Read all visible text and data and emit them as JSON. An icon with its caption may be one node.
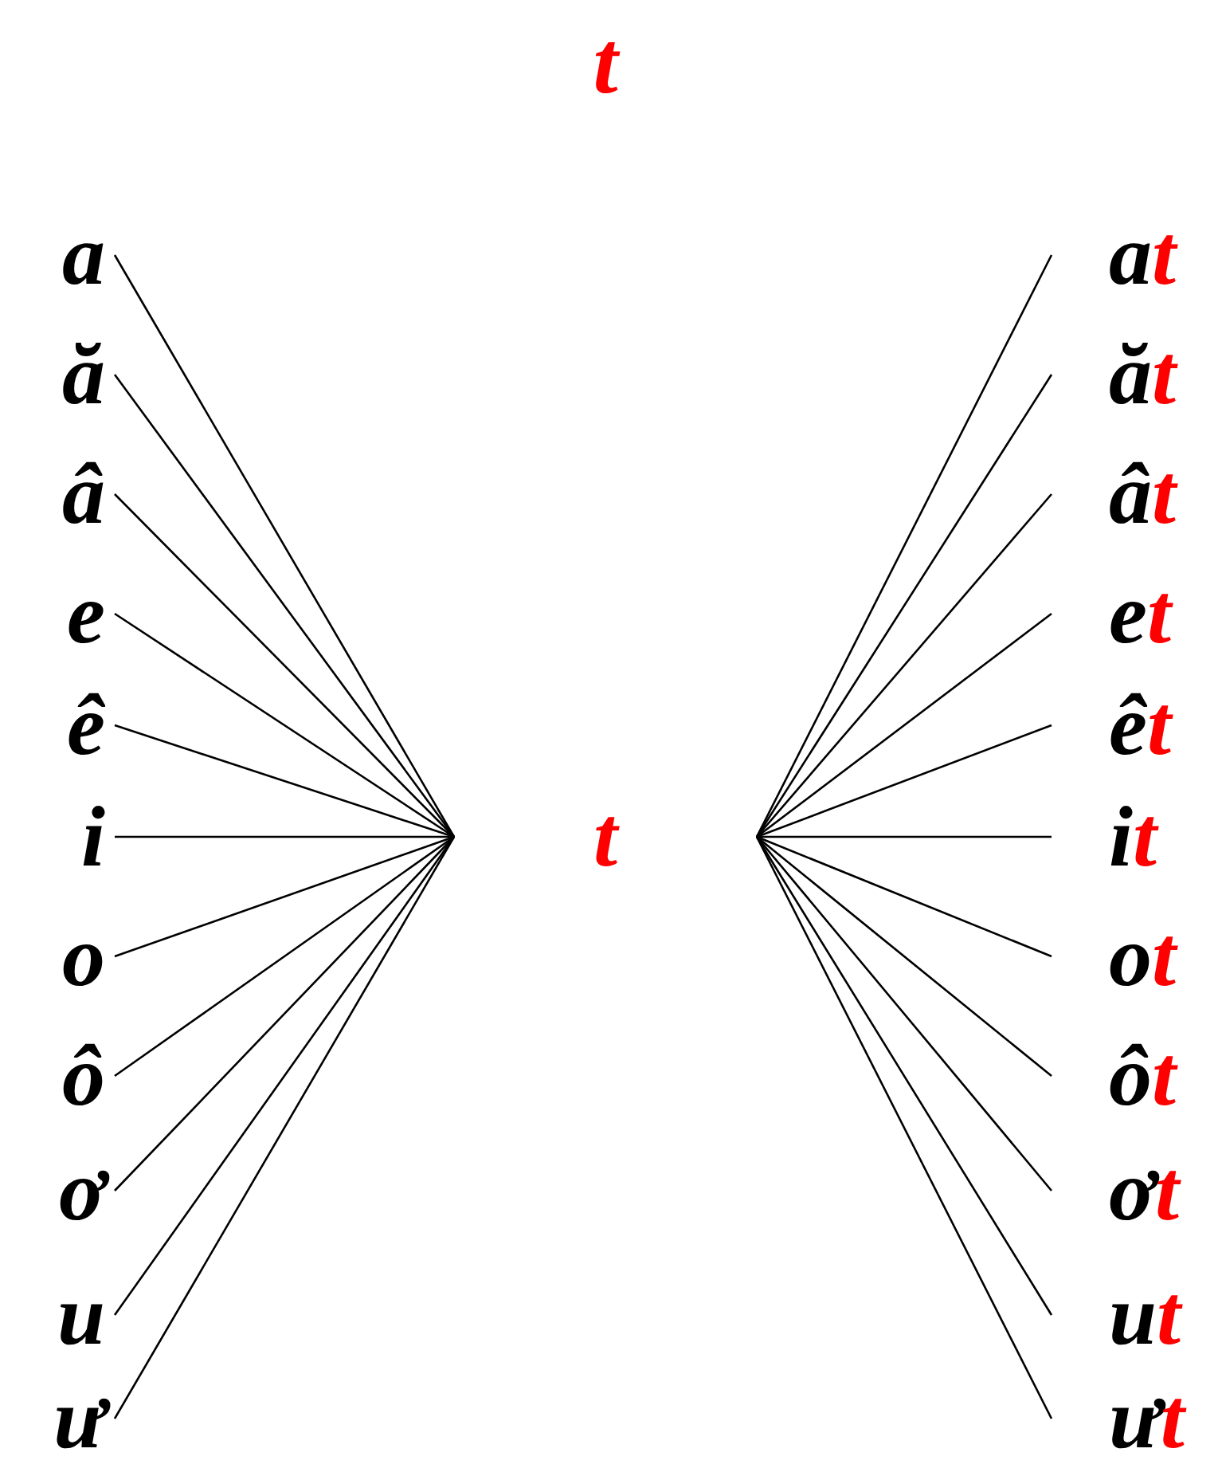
{
  "diagram": {
    "title": "t",
    "nodes": [
      {
        "text": [
          "a"
        ]
      },
      {
        "text": [
          "ă"
        ]
      },
      {
        "text": [
          "â"
        ]
      },
      {
        "text": [
          "e"
        ]
      },
      {
        "text": [
          "ê"
        ]
      },
      {
        "text": [
          "i"
        ]
      },
      {
        "text": [
          "o"
        ]
      },
      {
        "text": [
          "ô"
        ]
      },
      {
        "text": [
          "ơ"
        ]
      },
      {
        "text": [
          "u"
        ]
      },
      {
        "text": [
          "ư"
        ]
      },
      {
        "text": [
          "t"
        ]
      },
      {
        "text": [
          "at"
        ]
      },
      {
        "text": [
          "ăt"
        ]
      },
      {
        "text": [
          "ât"
        ]
      },
      {
        "text": [
          "et"
        ]
      },
      {
        "text": [
          "êt"
        ]
      },
      {
        "text": [
          "it"
        ]
      },
      {
        "text": [
          "ot"
        ]
      },
      {
        "text": [
          "ôt"
        ]
      },
      {
        "text": [
          "ơt"
        ]
      },
      {
        "text": [
          "ut"
        ]
      },
      {
        "text": [
          "ưt"
        ]
      }
    ],
    "edges": [
      {
        "from": 0,
        "to": null,
        "arrow": "none"
      },
      {
        "from": 1,
        "to": null,
        "arrow": "none"
      },
      {
        "from": 2,
        "to": null,
        "arrow": "none"
      },
      {
        "from": 3,
        "to": null,
        "arrow": "none"
      },
      {
        "from": 4,
        "to": null,
        "arrow": "none"
      },
      {
        "from": 5,
        "to": null,
        "arrow": "none"
      },
      {
        "from": 6,
        "to": null,
        "arrow": "none"
      },
      {
        "from": 7,
        "to": null,
        "arrow": "none"
      },
      {
        "from": 8,
        "to": null,
        "arrow": "none"
      },
      {
        "from": 9,
        "to": null,
        "arrow": "none"
      },
      {
        "from": 10,
        "to": null,
        "arrow": "none"
      },
      {
        "from": null,
        "to": 12,
        "arrow": "none"
      },
      {
        "from": null,
        "to": 13,
        "arrow": "none"
      },
      {
        "from": null,
        "to": 14,
        "arrow": "none"
      },
      {
        "from": null,
        "to": 15,
        "arrow": "none"
      },
      {
        "from": null,
        "to": 16,
        "arrow": "none"
      },
      {
        "from": null,
        "to": 17,
        "arrow": "none"
      },
      {
        "from": null,
        "to": 18,
        "arrow": "none"
      },
      {
        "from": null,
        "to": 19,
        "arrow": "none"
      },
      {
        "from": null,
        "to": 20,
        "arrow": "none"
      },
      {
        "from": null,
        "to": 21,
        "arrow": "none"
      },
      {
        "from": null,
        "to": 22,
        "arrow": "none"
      }
    ]
  }
}
